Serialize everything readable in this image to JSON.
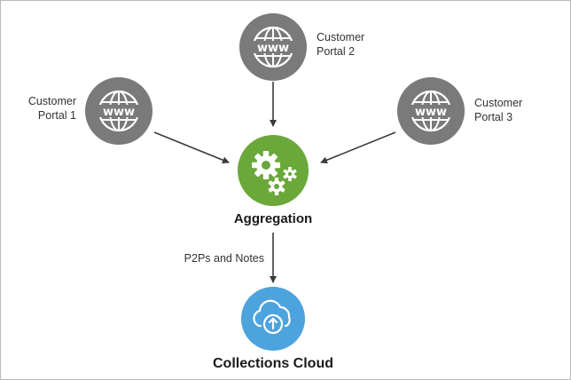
{
  "nodes": {
    "portal1": {
      "line1": "Customer",
      "line2": "Portal 1",
      "icon": "www-globe-icon"
    },
    "portal2": {
      "line1": "Customer",
      "line2": "Portal 2",
      "icon": "www-globe-icon"
    },
    "portal3": {
      "line1": "Customer",
      "line2": "Portal 3",
      "icon": "www-globe-icon"
    },
    "aggregation": {
      "label": "Aggregation",
      "icon": "gears-icon"
    },
    "cloud": {
      "label": "Collections Cloud",
      "icon": "cloud-upload-icon"
    }
  },
  "edges": {
    "aggregation_to_cloud": {
      "label": "P2Ps and Notes"
    }
  },
  "colors": {
    "portal": "#7a7a7a",
    "aggregation": "#6aa83a",
    "cloud": "#4da3de",
    "arrow": "#3a3a3a"
  }
}
